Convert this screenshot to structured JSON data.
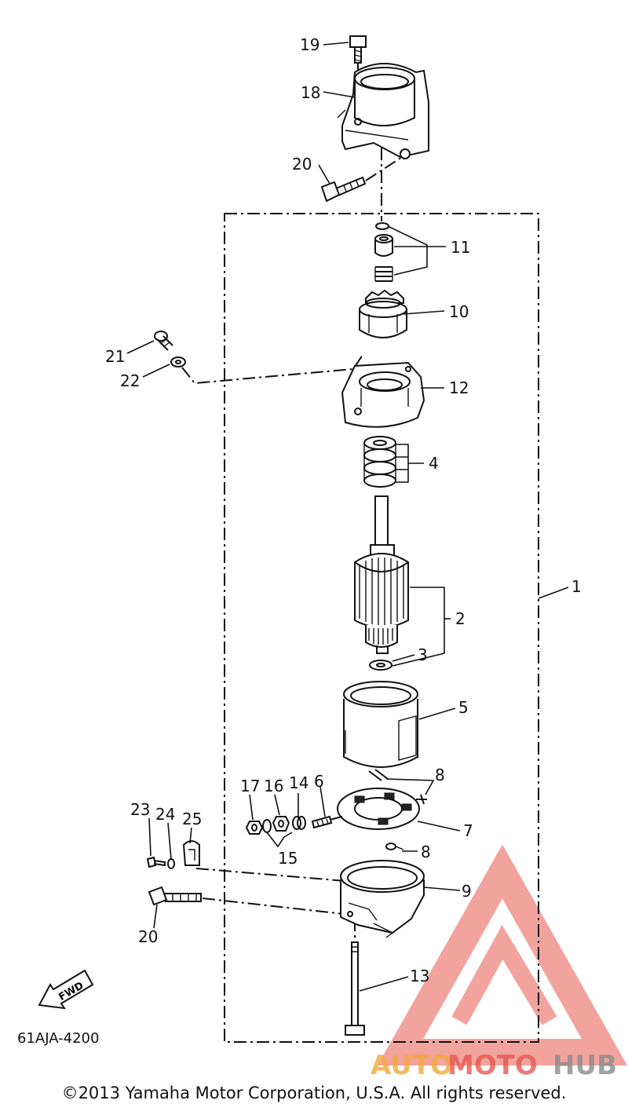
{
  "diagram": {
    "part_labels": {
      "n1": "1",
      "n2": "2",
      "n3": "3",
      "n4": "4",
      "n5": "5",
      "n6": "6",
      "n7": "7",
      "n8a": "8",
      "n8b": "8",
      "n9": "9",
      "n10": "10",
      "n11": "11",
      "n12": "12",
      "n13": "13",
      "n14": "14",
      "n15": "15",
      "n16": "16",
      "n17": "17",
      "n18": "18",
      "n19": "19",
      "n20a": "20",
      "n20b": "20",
      "n21": "21",
      "n22": "22",
      "n23": "23",
      "n24": "24",
      "n25": "25"
    },
    "fwd_label": "FWD",
    "diagram_code": "61AJA-4200",
    "watermark": {
      "text_a": "AUTO",
      "text_b": "MOTO",
      "text_c": "HUB"
    },
    "colors": {
      "watermark_red": "#e8584f",
      "watermark_orange": "#f2a93b",
      "watermark_gray": "#8a8a8a"
    }
  },
  "footer": {
    "copyright": "©2013 Yamaha Motor Corporation, U.S.A. All rights reserved."
  }
}
